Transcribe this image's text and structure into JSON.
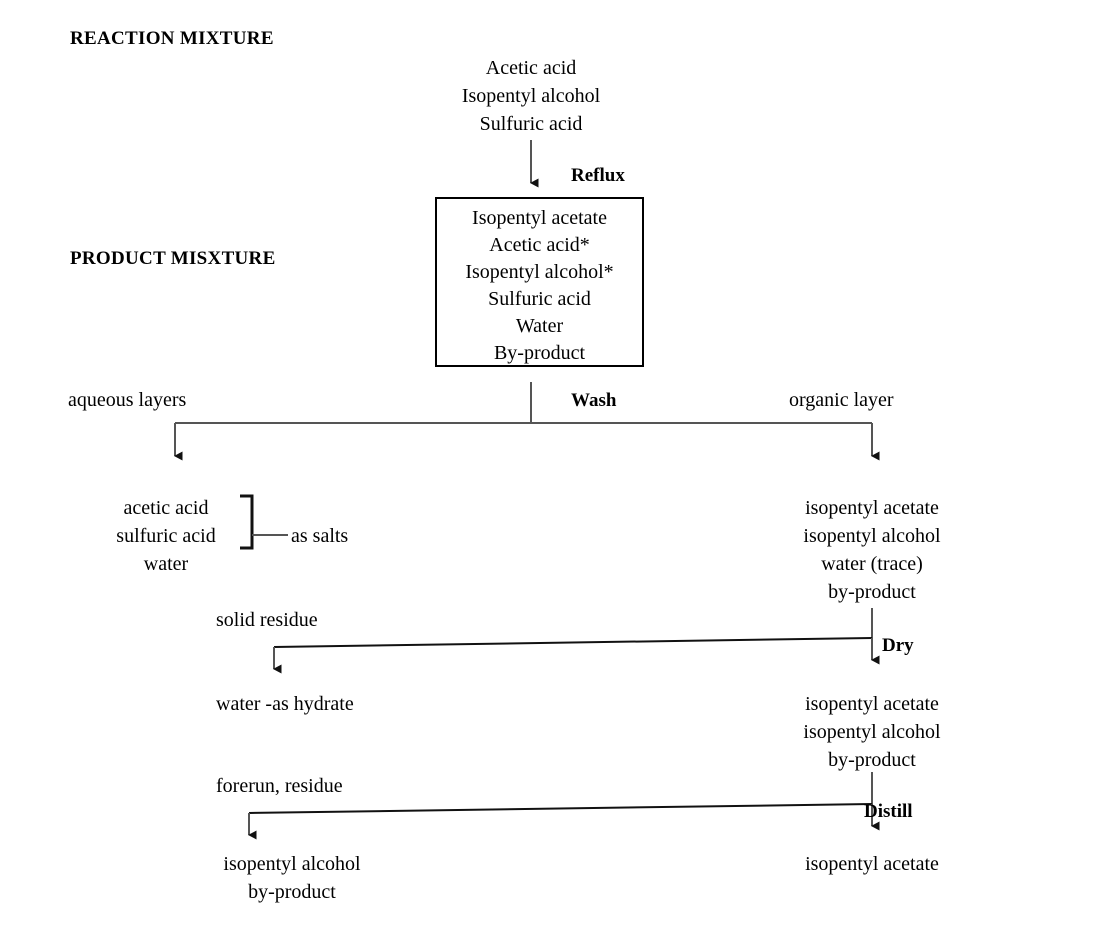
{
  "diagram": {
    "title_stages": {
      "reaction_mixture": "REACTION MIXTURE",
      "product_mixture": "PRODUCT MISXTURE"
    },
    "operations": {
      "reflux": "Reflux",
      "wash": "Wash",
      "dry": "Dry",
      "distill": "Distill"
    },
    "reaction_inputs": {
      "line1": "Acetic acid",
      "line2": "Isopentyl alcohol",
      "line3": "Sulfuric acid"
    },
    "product_box": {
      "line1": "Isopentyl acetate",
      "line2": "Acetic acid*",
      "line3": "Isopentyl alcohol*",
      "line4": "Sulfuric acid",
      "line5": "Water",
      "line6": "By-product"
    },
    "wash_split": {
      "left_label": "aqueous layers",
      "right_label": "organic layer"
    },
    "aqueous_products": {
      "line1": "acetic acid",
      "line2": "sulfuric acid",
      "line3": "water",
      "bracket_note": "as salts"
    },
    "organic_after_wash": {
      "line1": "isopentyl acetate",
      "line2": "isopentyl alcohol",
      "line3": "water (trace)",
      "line4": "by-product"
    },
    "dry_step": {
      "side_label": "solid residue",
      "left_output": "water -as hydrate",
      "right_output_line1": "isopentyl acetate",
      "right_output_line2": "isopentyl alcohol",
      "right_output_line3": "by-product"
    },
    "distill_step": {
      "side_label": "forerun, residue",
      "left_output_line1": "isopentyl alcohol",
      "left_output_line2": "by-product",
      "right_output": "isopentyl acetate"
    },
    "colors": {
      "ink": "#000000",
      "line": "#555555",
      "background": "#ffffff"
    }
  }
}
